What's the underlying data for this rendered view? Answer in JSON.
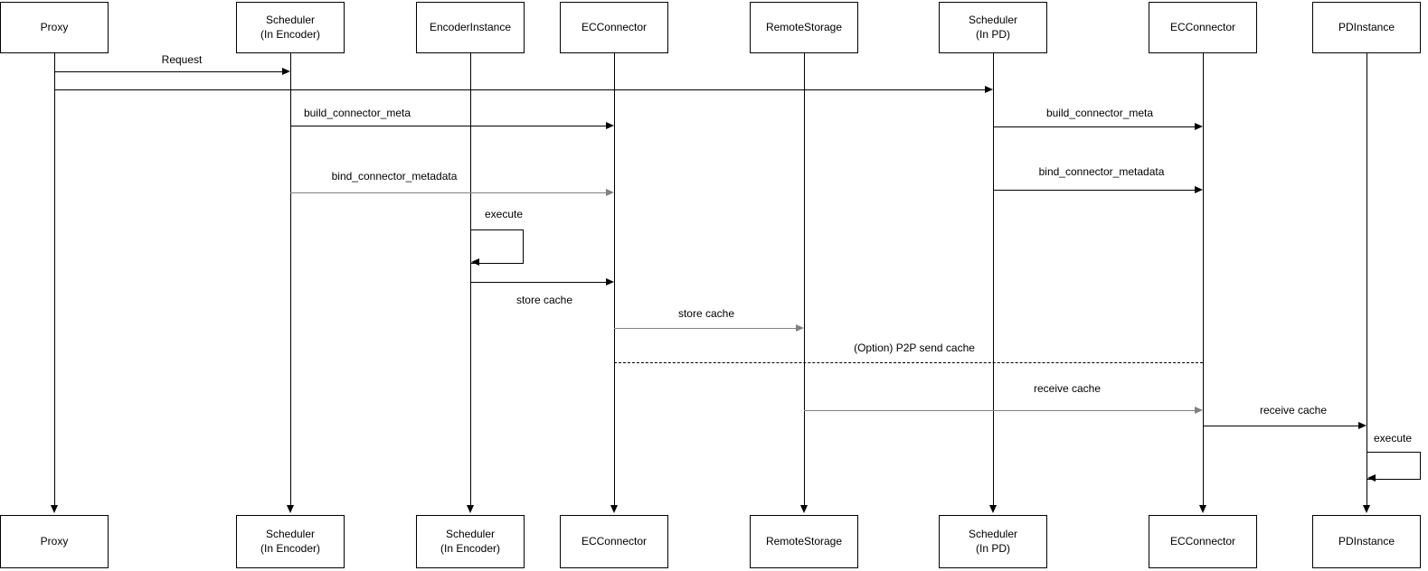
{
  "participants": [
    {
      "name": "Proxy",
      "sub": ""
    },
    {
      "name": "Scheduler",
      "sub": "(In Encoder)"
    },
    {
      "name": "EncoderInstance",
      "sub": ""
    },
    {
      "name": "ECConnector",
      "sub": ""
    },
    {
      "name": "RemoteStorage",
      "sub": ""
    },
    {
      "name": "Scheduler",
      "sub": "(In PD)"
    },
    {
      "name": "ECConnector",
      "sub": ""
    },
    {
      "name": "PDInstance",
      "sub": ""
    }
  ],
  "footers": [
    {
      "name": "Proxy",
      "sub": ""
    },
    {
      "name": "Scheduler",
      "sub": "(In Encoder)"
    },
    {
      "name": "Scheduler",
      "sub": "(In Encoder)"
    },
    {
      "name": "ECConnector",
      "sub": ""
    },
    {
      "name": "RemoteStorage",
      "sub": ""
    },
    {
      "name": "Scheduler",
      "sub": "(In PD)"
    },
    {
      "name": "ECConnector",
      "sub": ""
    },
    {
      "name": "PDInstance",
      "sub": ""
    }
  ],
  "messages": {
    "request": "Request",
    "build_connector_meta_encoder": "build_connector_meta",
    "build_connector_meta_pd": "build_connector_meta",
    "bind_connector_metadata_encoder": "bind_connector_metadata",
    "bind_connector_metadata_pd": "bind_connector_metadata",
    "execute_encoder": "execute",
    "store_cache_to_connector": "store cache",
    "store_cache_to_remote": "store cache",
    "p2p_send_cache": "(Option) P2P send cache",
    "receive_cache_from_remote": "receive cache",
    "receive_cache_to_pd": "receive cache",
    "execute_pd": "execute"
  },
  "colors": {
    "line": "#000000",
    "muted_line": "#808080",
    "background": "#ffffff"
  }
}
